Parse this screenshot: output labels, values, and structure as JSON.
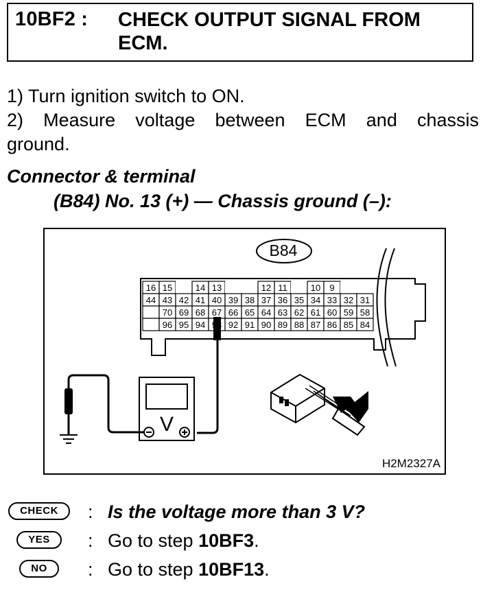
{
  "header": {
    "step_code": "10BF2 :",
    "title": "CHECK OUTPUT SIGNAL FROM ECM."
  },
  "instructions": [
    "1) Turn ignition switch to ON.",
    "2) Measure voltage between ECM and chassis",
    "ground."
  ],
  "connector": {
    "heading": "Connector & terminal",
    "detail": "(B84) No. 13 (+) — Chassis ground (–):"
  },
  "figure": {
    "connector_label": "B84",
    "figure_code": "H2M2327A",
    "meter_symbol": "V",
    "rows": [
      [
        "16",
        "15",
        "",
        "14",
        "13",
        "",
        "",
        "12",
        "11",
        "",
        "10",
        "9",
        ""
      ],
      [
        "44",
        "43",
        "42",
        "41",
        "40",
        "39",
        "38",
        "37",
        "36",
        "35",
        "34",
        "33",
        "32",
        "31"
      ],
      [
        "",
        "70",
        "69",
        "68",
        "67",
        "66",
        "65",
        "64",
        "63",
        "62",
        "61",
        "60",
        "59",
        "58"
      ],
      [
        "",
        "96",
        "95",
        "94",
        "93",
        "92",
        "91",
        "90",
        "89",
        "88",
        "87",
        "86",
        "85",
        "84"
      ]
    ]
  },
  "qa": {
    "check_badge": "CHECK",
    "check_question": "Is the voltage more than 3 V?",
    "yes_badge": "YES",
    "yes_prefix": "Go to step",
    "yes_step": "10BF3",
    "no_badge": "NO",
    "no_prefix": "Go to step",
    "no_step": "10BF13"
  }
}
